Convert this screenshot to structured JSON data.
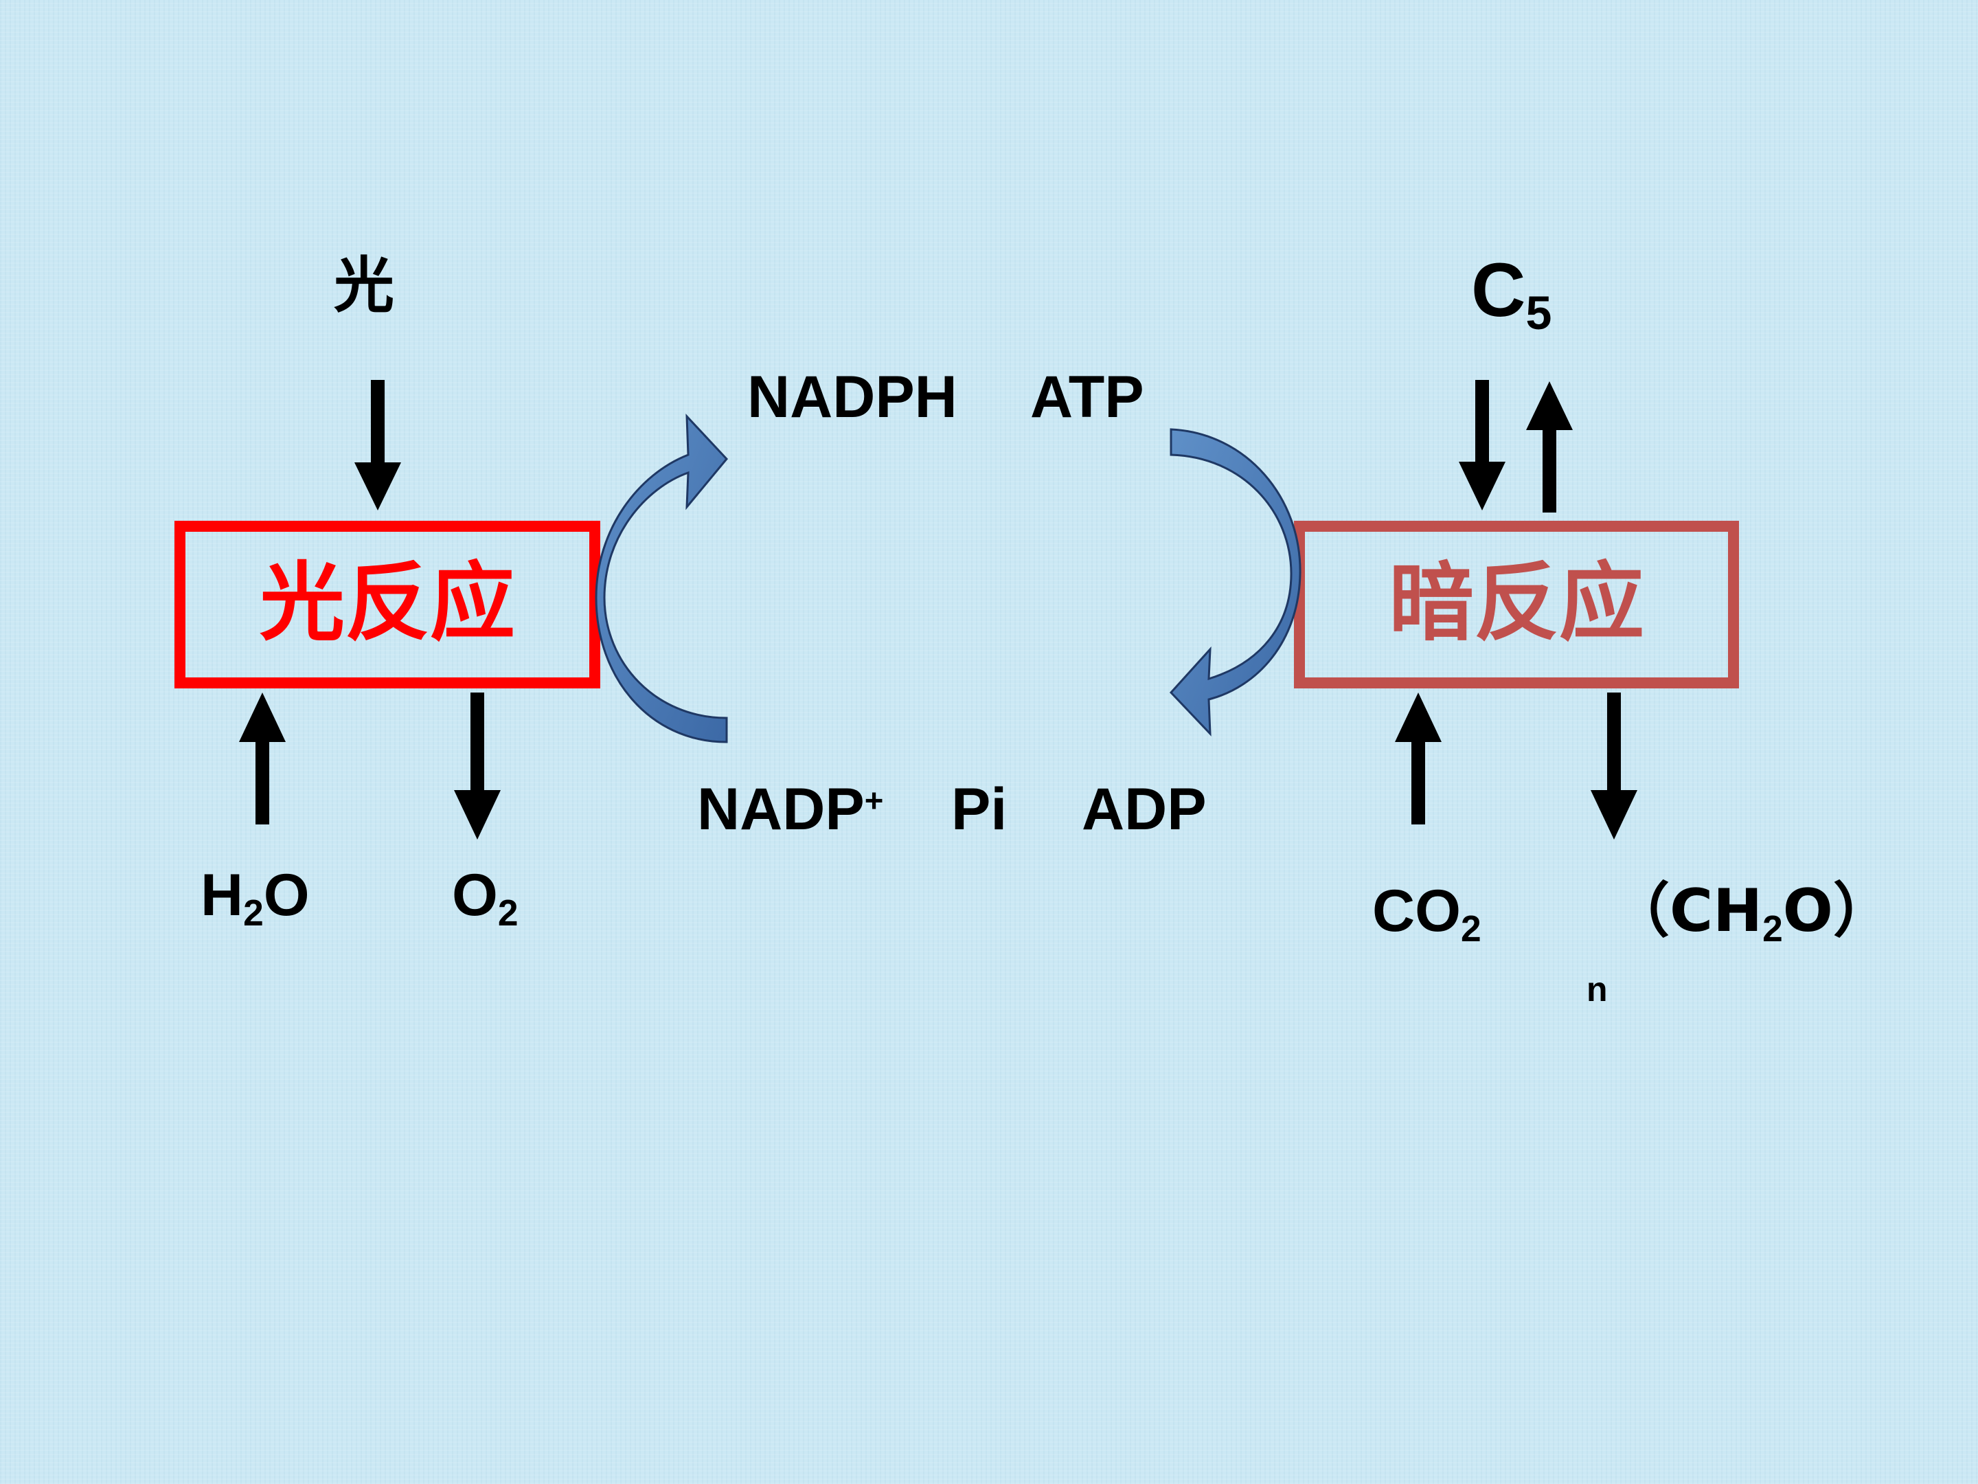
{
  "light_input": "光",
  "light_reaction": {
    "label": "光反应",
    "color": "#ff0000"
  },
  "dark_reaction": {
    "label": "暗反应",
    "color": "#c0504d"
  },
  "h2o": {
    "base": "H",
    "sub": "2",
    "tail": "O"
  },
  "o2": {
    "base": "O",
    "sub": "2"
  },
  "nadph": "NADPH",
  "atp": "ATP",
  "nadp_plus": {
    "base": "NADP",
    "sup": "+"
  },
  "pi": "Pi",
  "adp": "ADP",
  "c5": {
    "base": "C",
    "sub": "5"
  },
  "co2": {
    "base": "CO",
    "sub": "2"
  },
  "ch2o": {
    "open": "（CH",
    "sub": "2",
    "tail": "O）"
  },
  "n": "n",
  "colors": {
    "arrow": "#000000",
    "curved_arrow_fill": "#4f81bd",
    "curved_arrow_stroke": "#1f3864"
  }
}
